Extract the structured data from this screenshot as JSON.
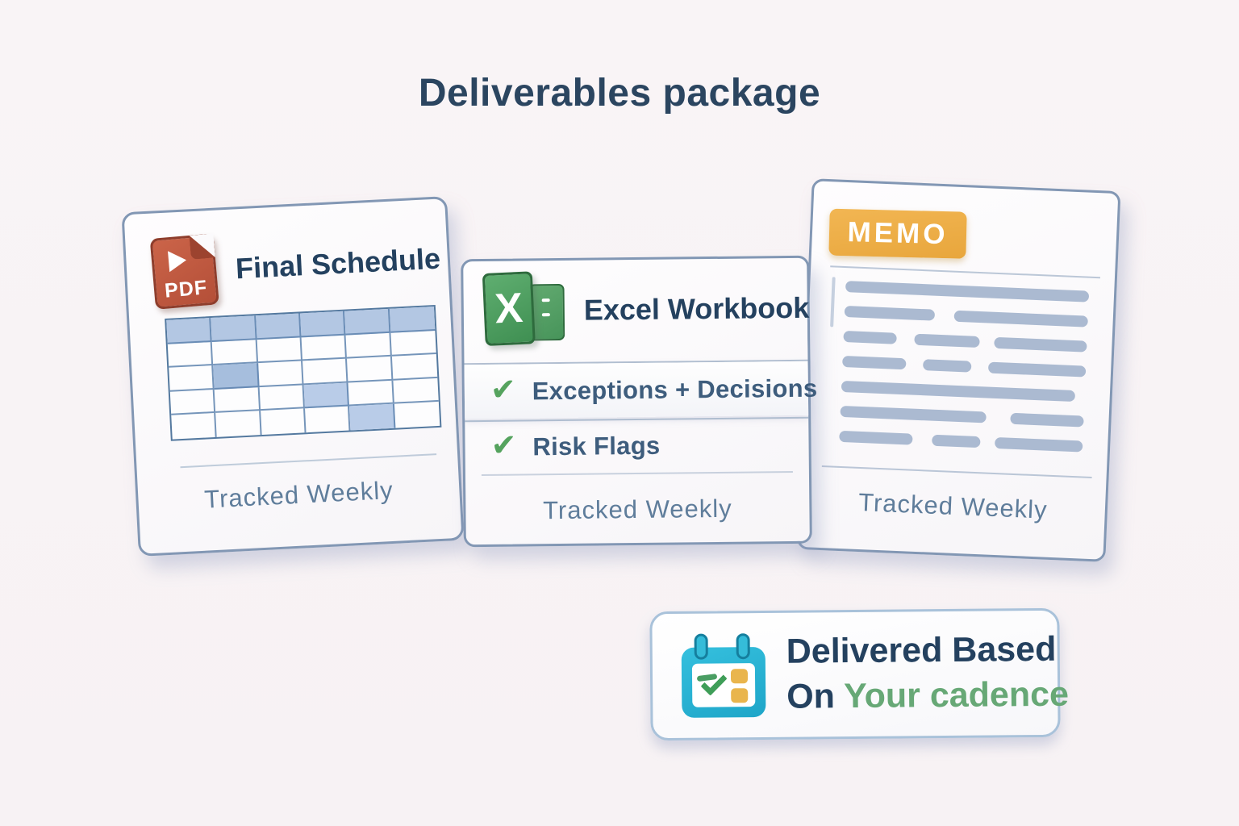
{
  "header": {
    "title": "Deliverables package"
  },
  "icons": {
    "check": "✔",
    "pdf_file_icon": "pdf-file-icon",
    "excel_workbook_icon": "excel-workbook-icon",
    "memo_badge": "memo-badge",
    "calendar_check_icon": "calendar-check-icon"
  },
  "colors": {
    "background": "#f8f3f5",
    "card_border": "#8297b4",
    "title_navy": "#2b4560",
    "heading_navy": "#24415f",
    "feature_text": "#3e5d7d",
    "muted_footer": "#5f7d9b",
    "check_green": "#55a35e",
    "excel_green": "#4a9d5e",
    "pdf_red": "#c05a41",
    "memo_amber": "#edac43",
    "memo_line": "#abbad1",
    "grid_border": "#5d82ae",
    "grid_header_fill": "#b3c7e3",
    "grid_cell_dark": "#a6bedd",
    "grid_cell_light": "#b9cce8",
    "calendar_teal": "#2cb3d4",
    "cadence_green": "#67a876"
  },
  "cards": {
    "pdf": {
      "icon_text": "PDF",
      "title": "Final Schedule",
      "footer": "Tracked Weekly",
      "grid": {
        "cols": 6,
        "rows": 5,
        "header_row_shaded": true,
        "shaded_cells": [
          {
            "row": 2,
            "col": 1,
            "tone": "dark"
          },
          {
            "row": 3,
            "col": 3,
            "tone": "light"
          },
          {
            "row": 4,
            "col": 4,
            "tone": "light"
          }
        ]
      }
    },
    "excel": {
      "icon_text": "X",
      "title": "Excel Workbook",
      "features": [
        "Exceptions + Decisions",
        "Risk Flags"
      ],
      "footer": "Tracked Weekly"
    },
    "memo": {
      "badge": "MEMO",
      "footer": "Tracked Weekly",
      "line_rows": [
        [
          [
            0,
            100
          ]
        ],
        [
          [
            0,
            37
          ],
          [
            45,
            55
          ]
        ],
        [
          [
            0,
            22
          ],
          [
            29,
            27
          ],
          [
            62,
            38
          ]
        ],
        [
          [
            0,
            26
          ],
          [
            33,
            20
          ],
          [
            60,
            40
          ]
        ],
        [
          [
            0,
            96
          ]
        ],
        [
          [
            0,
            60
          ],
          [
            70,
            30
          ]
        ],
        [
          [
            0,
            30
          ],
          [
            38,
            20
          ],
          [
            64,
            36
          ]
        ]
      ]
    }
  },
  "cadence_badge": {
    "line1": "Delivered Based",
    "line2_prefix": "On",
    "line2_highlight": "Your cadence"
  }
}
